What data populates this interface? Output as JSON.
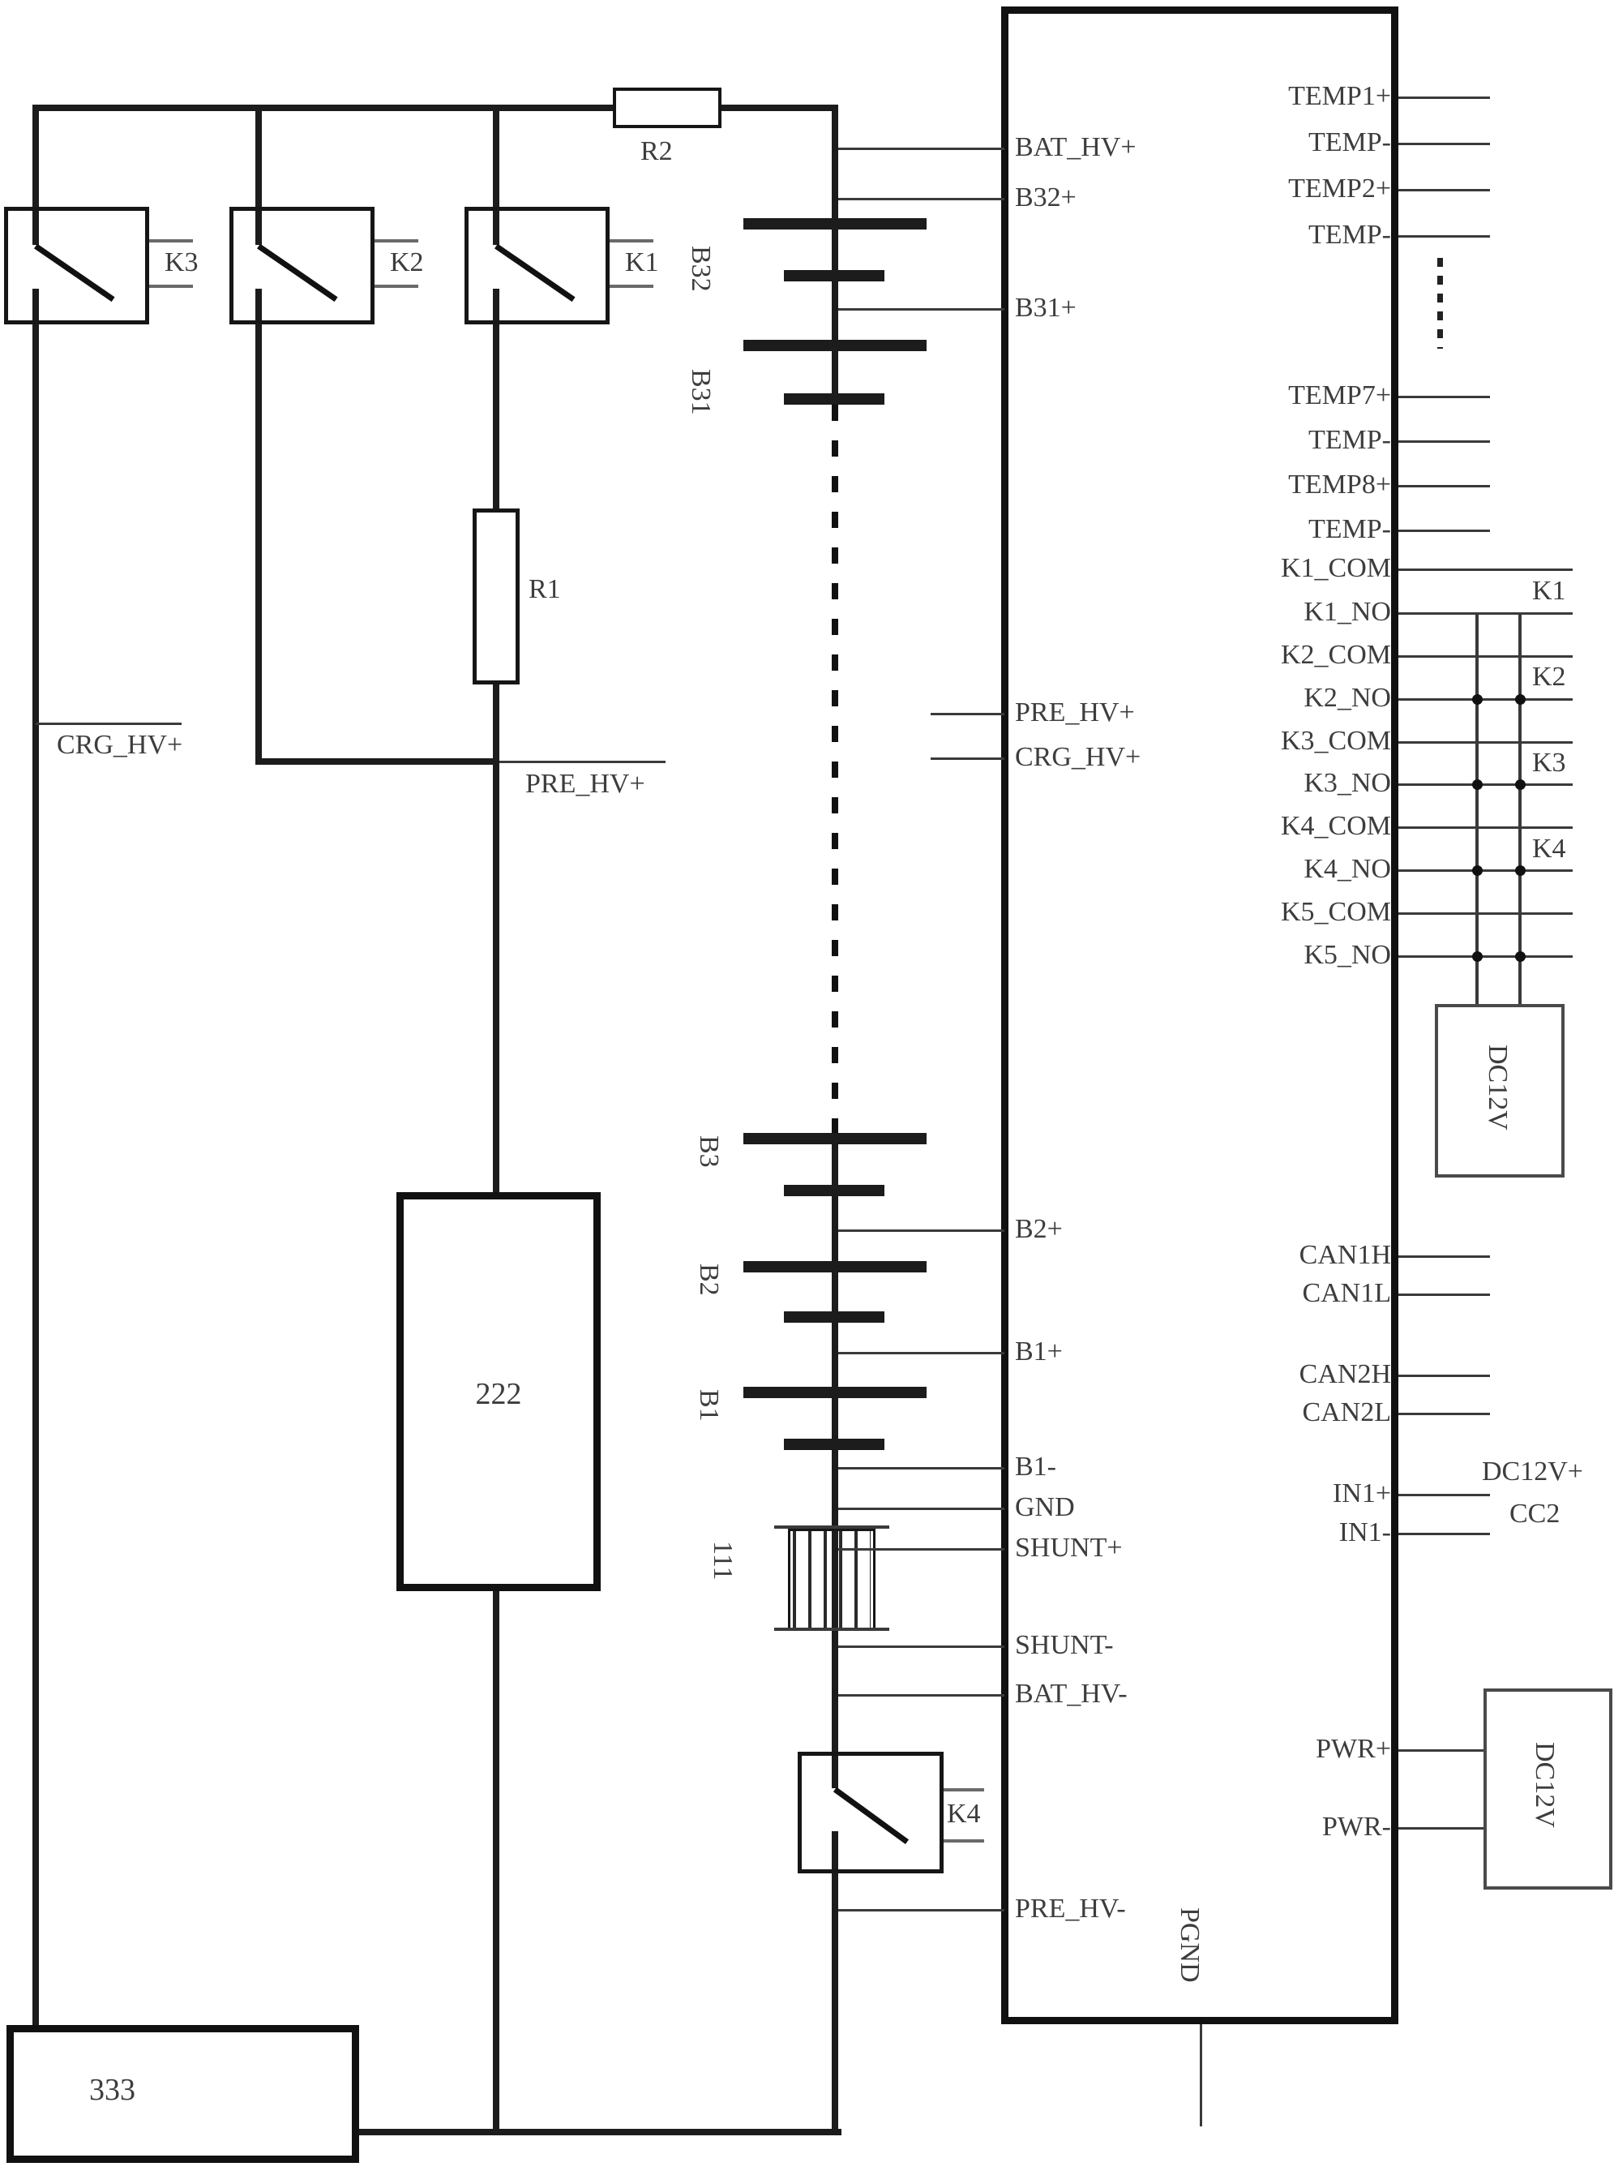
{
  "colors": {
    "wire": "#1c1c1c",
    "text": "#3d3d3d",
    "coil": "#6a6a6a",
    "background": "#ffffff"
  },
  "controller": {
    "left_pins": [
      "BAT_HV+",
      "B32+",
      "B31+",
      "PRE_HV+",
      "CRG_HV+",
      "B2+",
      "B1+",
      "B1-",
      "GND",
      "SHUNT+",
      "SHUNT-",
      "BAT_HV-",
      "PRE_HV-"
    ],
    "right_pins": [
      "TEMP1+",
      "TEMP-",
      "TEMP2+",
      "TEMP-",
      "TEMP7+",
      "TEMP-",
      "TEMP8+",
      "TEMP-",
      "K1_COM",
      "K1_NO",
      "K2_COM",
      "K2_NO",
      "K3_COM",
      "K3_NO",
      "K4_COM",
      "K4_NO",
      "K5_COM",
      "K5_NO",
      "CAN1H",
      "CAN1L",
      "CAN2H",
      "CAN2L",
      "IN1+",
      "IN1-",
      "PWR+",
      "PWR-"
    ],
    "bottom_pin": "PGND"
  },
  "switches": {
    "k3": "K3",
    "k2": "K2",
    "k1": "K1",
    "k4": "K4"
  },
  "resistors": {
    "r1": "R1",
    "r2": "R2"
  },
  "batteries": {
    "b32": "B32",
    "b31": "B31",
    "b3": "B3",
    "b2": "B2",
    "b1": "B1"
  },
  "shunt": {
    "label": "111"
  },
  "blocks": {
    "block222": "222",
    "block333": "333",
    "relay_supply": "DC12V",
    "power_supply": "DC12V"
  },
  "relay_contacts": {
    "k1": "K1",
    "k2": "K2",
    "k3": "K3",
    "k4": "K4"
  },
  "net_labels": {
    "crg_hv": "CRG_HV+",
    "pre_hv": "PRE_HV+",
    "dc12v_plus": "DC12V+",
    "cc2": "CC2"
  }
}
